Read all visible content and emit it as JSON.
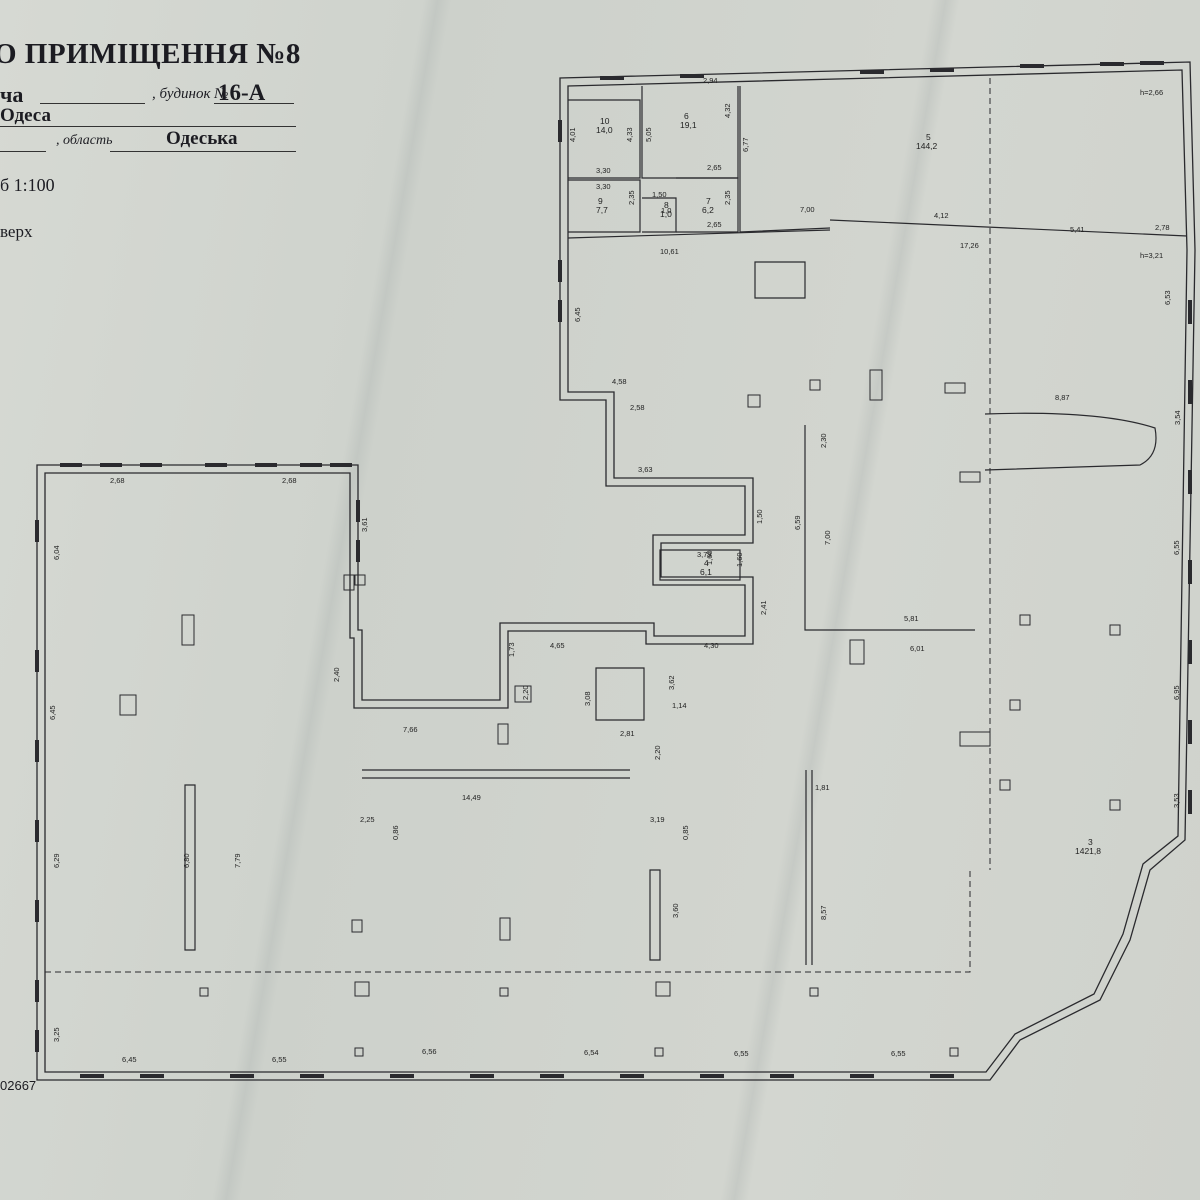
{
  "header": {
    "title": "О ПРИМІЩЕННЯ №8",
    "street_fragment": "ча",
    "house_label": ", будинок №",
    "house_number": "16-А",
    "city": "Одеса",
    "region_label": ", область",
    "region_value": "Одеська",
    "scale": "б 1:100",
    "floor": "верх",
    "document_number": "02667"
  },
  "rooms": [
    {
      "number": "10",
      "area": "14,0"
    },
    {
      "number": "6",
      "area": "19,1"
    },
    {
      "number": "9",
      "area": "7,7"
    },
    {
      "number": "8",
      "area": "1,0"
    },
    {
      "number": "7",
      "area": "6,2"
    },
    {
      "number": "5",
      "area": "144,2"
    },
    {
      "number": "4",
      "area": "6,1"
    },
    {
      "number": "3",
      "area": "1421,8"
    }
  ],
  "heights": [
    "h=2,66",
    "h=3,21"
  ],
  "dimensions": [
    "2,94",
    "4,01",
    "3,30",
    "4,33",
    "5,05",
    "4,32",
    "6,77",
    "2,65",
    "3,30",
    "1,50",
    "2,35",
    "2,35",
    "2,65",
    "7,00",
    "4,12",
    "10,61",
    "17,26",
    "5,41",
    "2,78",
    "6,53",
    "6,45",
    "4,58",
    "2,58",
    "8,87",
    "3,54",
    "2,30",
    "3,63",
    "1,50",
    "7,00",
    "6,59",
    "3,79",
    "1,60",
    "1,60",
    "2,41",
    "6,55",
    "5,81",
    "6,01",
    "4,30",
    "4,65",
    "1,73",
    "2,20",
    "3,08",
    "3,62",
    "2,81",
    "1,14",
    "2,68",
    "2,68",
    "3,61",
    "6,04",
    "2,40",
    "7,66",
    "6,45",
    "2,20",
    "14,49",
    "1,81",
    "6,95",
    "2,25",
    "0,86",
    "3,19",
    "0,85",
    "6,29",
    "6,80",
    "7,79",
    "3,60",
    "8,57",
    "3,53",
    "3,25",
    "6,45",
    "6,55",
    "6,56",
    "6,54",
    "6,55",
    "6,55",
    "1,0"
  ]
}
